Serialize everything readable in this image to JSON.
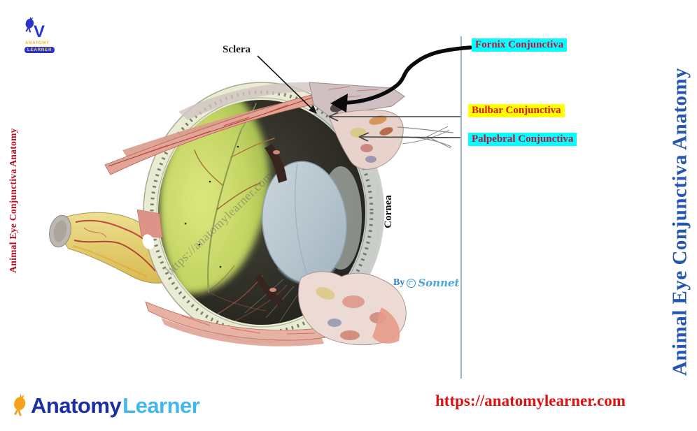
{
  "titles": {
    "left_vertical": "Animal Eye Conjunctiva Anatomy",
    "right_vertical": "Animal Eye Conjunctiva Anatomy"
  },
  "labels": {
    "sclera": "Sclera",
    "cornea": "Cornea",
    "fornix": "Fornix Conjunctiva",
    "bulbar": "Bulbar Conjunctiva",
    "palpebral": "Palpebral Conjunctiva"
  },
  "watermark": {
    "text": "https://anatomylearner.com"
  },
  "credit": {
    "by": "By",
    "name": "Sonnet"
  },
  "branding": {
    "top_logo": {
      "monogram": "V",
      "anatomy": "ANATOMY",
      "learner": "LEARNER"
    },
    "bottom_logo": {
      "anatomy": "Anatomy",
      "learner": "Learner"
    },
    "website_url": "https://anatomylearner.com"
  },
  "colors": {
    "cyan_highlight": "#00ffff",
    "yellow_highlight": "#ffff00",
    "fornix_text": "#c4113d",
    "bulbar_text": "#e01212",
    "palpebral_text": "#c4113d",
    "left_title": "#c00a20",
    "right_title": "#2456b0",
    "url_red": "#dd1111",
    "logo_dark_blue": "#1b2ea3",
    "logo_light_blue": "#3fb8ee",
    "logo_orange": "#f6a21c",
    "top_logo_blue": "#2a35c8",
    "top_logo_yellow": "#eab81e"
  }
}
